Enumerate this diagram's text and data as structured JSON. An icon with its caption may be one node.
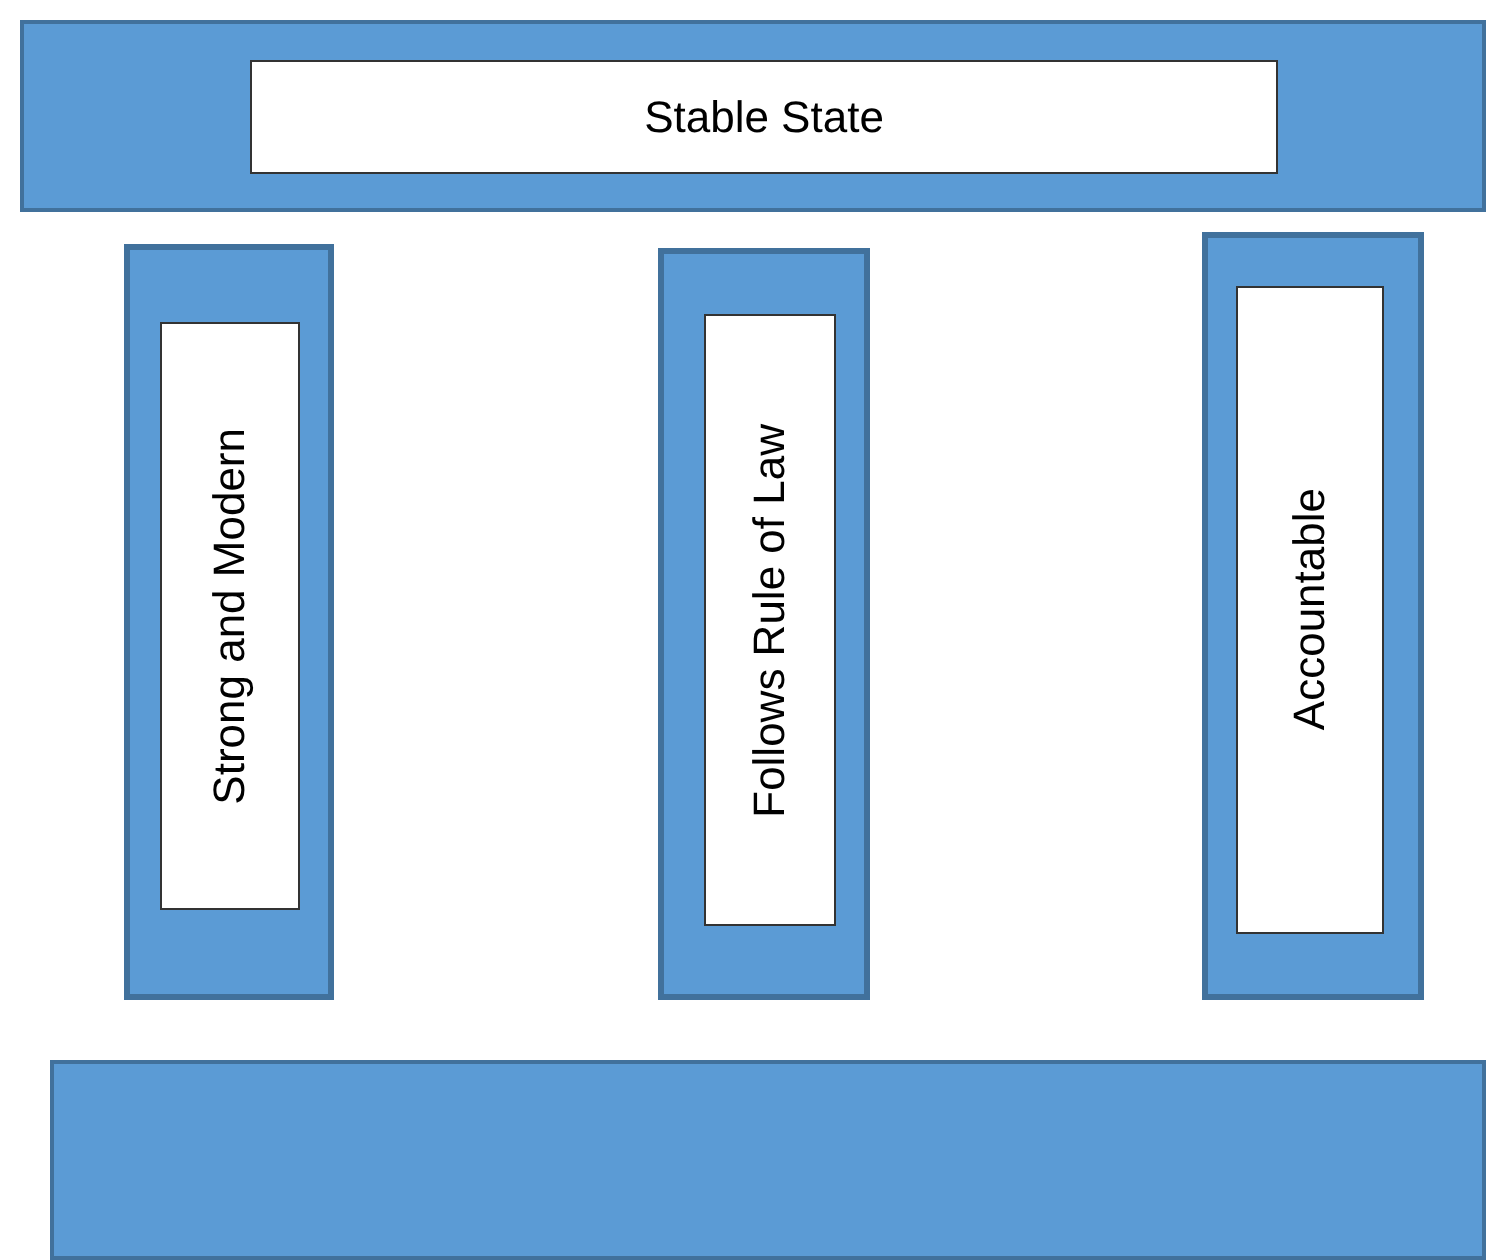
{
  "diagram": {
    "nodes": [
      {
        "text": [],
        "shape": "bar"
      },
      {
        "text": [
          "Stable State"
        ],
        "in": 0
      },
      {
        "text": [],
        "shape": "box"
      },
      {
        "text": [
          "Strong and Modern"
        ],
        "in": 2
      },
      {
        "text": [],
        "shape": "box"
      },
      {
        "text": [
          "Follows Rule of Law"
        ],
        "in": 4
      },
      {
        "text": [],
        "shape": "box"
      },
      {
        "text": [
          "Accountable"
        ],
        "in": 6
      },
      {
        "text": [],
        "shape": "bar"
      }
    ]
  }
}
